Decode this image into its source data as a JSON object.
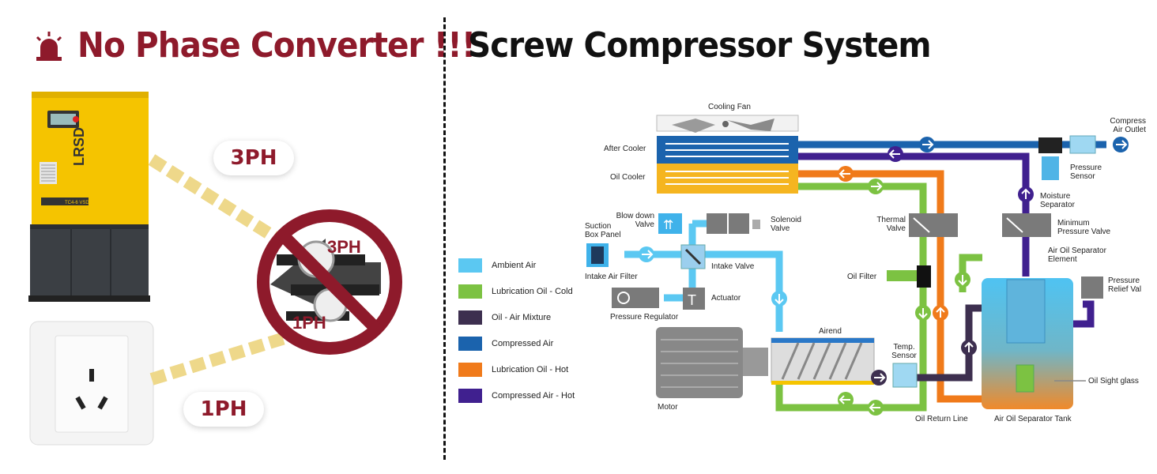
{
  "left": {
    "title": "No Phase Converter !!!",
    "badge_3ph": "3PH",
    "badge_1ph": "1PH",
    "sign_3ph": "3PH",
    "sign_1ph": "1PH",
    "brand": "LRSD",
    "model": "TC4-6 VSD",
    "colors": {
      "accent": "#8e1a2b",
      "machine": "#f5c400",
      "base": "#3b3f44"
    }
  },
  "right": {
    "title": "Screw Compressor System",
    "legend": [
      {
        "label": "Ambient Air",
        "color": "#5bc8f2"
      },
      {
        "label": "Lubrication Oil - Cold",
        "color": "#7cc242"
      },
      {
        "label": "Oil - Air Mixture",
        "color": "#3d2f4f"
      },
      {
        "label": "Compressed Air",
        "color": "#1b63ad"
      },
      {
        "label": "Lubrication Oil - Hot",
        "color": "#f07a1a"
      },
      {
        "label": "Compressed Air - Hot",
        "color": "#40208f"
      }
    ],
    "labels": {
      "cooling_fan": "Cooling Fan",
      "after_cooler": "After Cooler",
      "oil_cooler": "Oil Cooler",
      "compress_air_outlet": "Compress Air Outlet",
      "pressure_sensor": "Pressure Sensor",
      "moisture_separator": "Moisture Separator",
      "blow_down_valve": "Blow down Valve",
      "solenoid_valve": "Solenoid Valve",
      "suction_box_panel": "Suction Box Panel",
      "thermal_valve": "Thermal Valve",
      "minimum_pressure_valve": "Minimum Pressure Valve",
      "air_oil_separator_element": "Air Oil Separator Element",
      "intake_air_filter": "Intake Air Filter",
      "intake_valve": "Intake Valve",
      "oil_filter": "Oil Filter",
      "pressure_relief_val": "Pressure Relief Val",
      "actuator": "Actuator",
      "pressure_regulator": "Pressure Regulator",
      "airend": "Airend",
      "temp_sensor": "Temp. Sensor",
      "oil_sight_glass": "Oil Sight glass",
      "motor": "Motor",
      "oil_return_line": "Oil Return Line",
      "air_oil_separator_tank": "Air Oil Separator Tank"
    }
  }
}
